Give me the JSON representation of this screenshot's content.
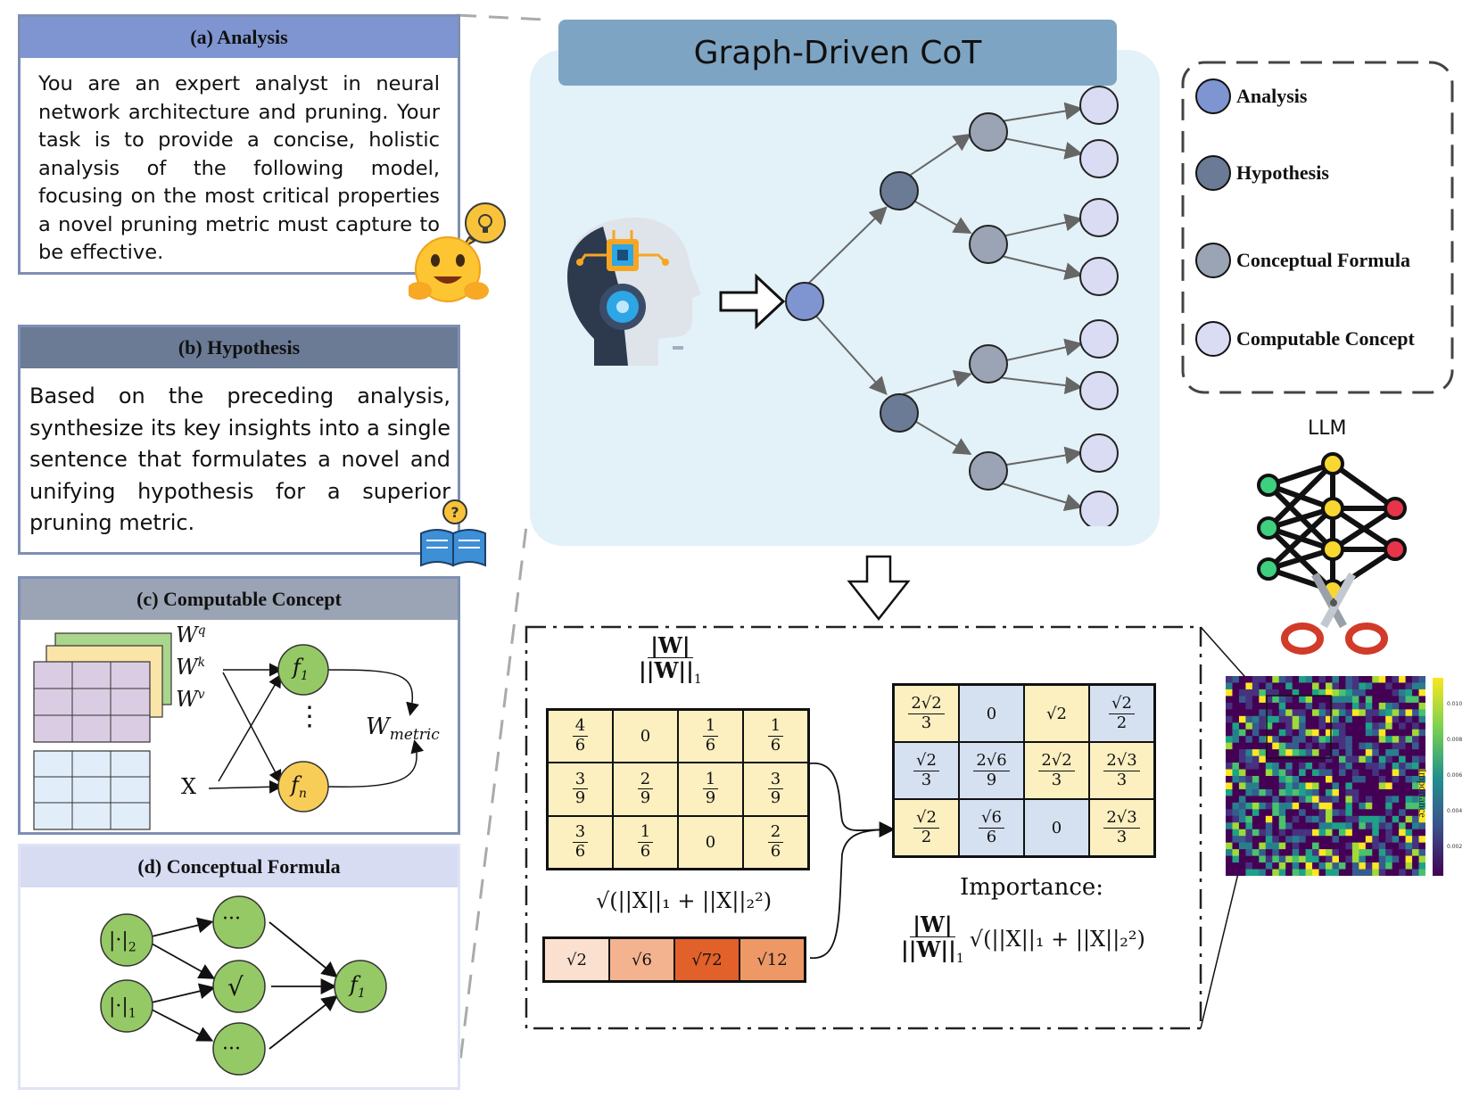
{
  "title": "Graph-Driven CoT",
  "panels": {
    "analysis": {
      "heading": "(a) Analysis",
      "text": "You are an expert analyst in neural network architecture and pruning. Your task is to provide a concise, holistic analysis of the following model, focusing on the most critical properties a novel pruning metric must capture to be effective."
    },
    "hypothesis": {
      "heading": "(b) Hypothesis",
      "text": "Based on the preceding analysis, synthesize its key insights into a single sentence that formulates a novel and unifying hypothesis for a superior pruning metric."
    },
    "computable": {
      "heading": "(c) Computable Concept",
      "wq": "W",
      "wq_sup": "q",
      "wk": "W",
      "wk_sup": "k",
      "wv": "W",
      "wv_sup": "v",
      "x": "X",
      "f1": "f",
      "f1_sub": "1",
      "fn": "f",
      "fn_sub": "n",
      "dots": "⋮",
      "wmetric": "W",
      "wmetric_sub": "metric"
    },
    "formula": {
      "heading": "(d) Conceptual Formula",
      "l2": "|·|",
      "l2_sub": "2",
      "l1": "|·|",
      "l1_sub": "1",
      "dots_top": "···",
      "sqrt": "√",
      "dots_bottom": "···",
      "f1": "f",
      "f1_sub": "1"
    }
  },
  "legend": [
    {
      "label": "Analysis",
      "color": "#7f95d1"
    },
    {
      "label": "Hypothesis",
      "color": "#6b7b95"
    },
    {
      "label": "Conceptual Formula",
      "color": "#9aa4b4"
    },
    {
      "label": "Computable Concept",
      "color": "#d9dcf2"
    }
  ],
  "llm_label": "LLM",
  "matrix_w": {
    "label_num": "|W|",
    "label_den": "||W||",
    "label_den_sub": "1",
    "cells": [
      [
        "4/6",
        "0",
        "1/6",
        "1/6"
      ],
      [
        "3/9",
        "2/9",
        "1/9",
        "3/9"
      ],
      [
        "3/6",
        "1/6",
        "0",
        "2/6"
      ]
    ]
  },
  "x_norm": {
    "label": "√(||X||₁ + ||X||₂²)",
    "cells": [
      "√2",
      "√6",
      "√72",
      "√12"
    ],
    "colors": [
      "#fbe0d0",
      "#f3b38f",
      "#e2602a",
      "#ee9866"
    ]
  },
  "importance": {
    "cells": [
      [
        "2√2/3",
        "0",
        "√2",
        "√2/2"
      ],
      [
        "√2/3",
        "2√6/9",
        "2√2/3",
        "2√3/3"
      ],
      [
        "√2/2",
        "√6/6",
        "0",
        "2√3/3"
      ]
    ],
    "shades": [
      [
        "y",
        "b",
        "y",
        "b"
      ],
      [
        "b",
        "b",
        "y",
        "y"
      ],
      [
        "y",
        "b",
        "b",
        "y"
      ]
    ],
    "colors": {
      "y": "#fcefc0",
      "b": "#d5e1f1"
    },
    "label": "Importance:",
    "formula_num": "|W|",
    "formula_den": "||W||",
    "formula_den_sub": "1",
    "formula_rest": "√(||X||₁ + ||X||₂²)"
  },
  "heatmap": {
    "colorbar_label": "Importance",
    "colorbar_ticks": [
      "0.010",
      "0.008",
      "0.006",
      "0.004",
      "0.002"
    ]
  }
}
